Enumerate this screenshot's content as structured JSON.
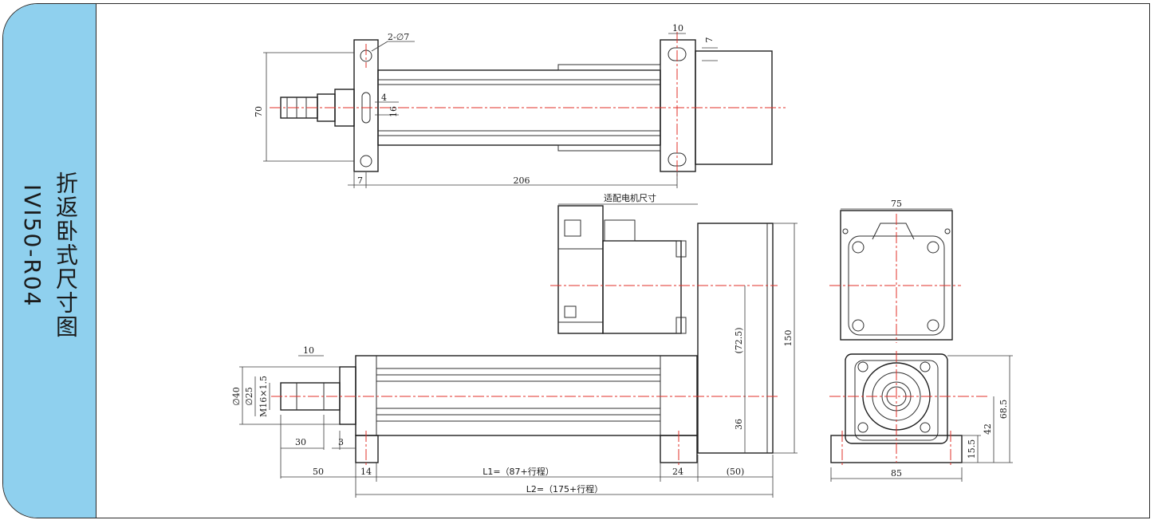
{
  "title_line1": "折返卧式尺寸图",
  "title_line2": "IVI50-R04",
  "motor_label": "适配电机尺寸",
  "dims": {
    "hole": "2-∅7",
    "h70": "70",
    "d4": "4",
    "d16": "16",
    "w10_top": "10",
    "w7_top": "7",
    "w7_bottom": "7",
    "l206": "206",
    "d72_5": "(72.5)",
    "d150": "150",
    "d36": "36",
    "w10_front": "10",
    "phi40": "∅40",
    "phi25": "∅25",
    "m16": "M16×1.5",
    "d30": "30",
    "d3": "3",
    "d50": "50",
    "d14": "14",
    "l1": "L1=（87+行程）",
    "d24": "24",
    "d50p": "(50)",
    "l2": "L2=（175+行程）",
    "w75": "75",
    "w85": "85",
    "d68_5": "68.5",
    "d42": "42",
    "d15_5": "15.5"
  }
}
